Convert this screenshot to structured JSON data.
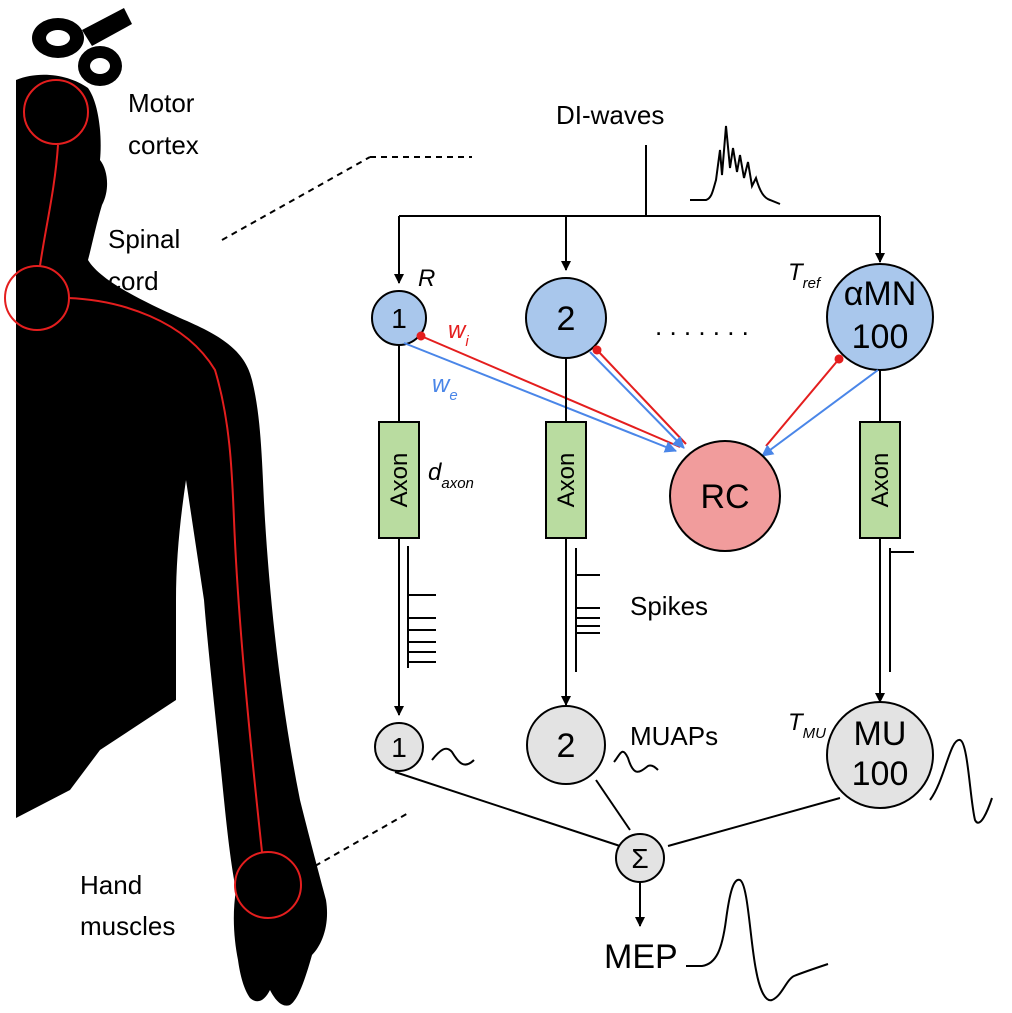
{
  "labels": {
    "motor_cortex_1": "Motor",
    "motor_cortex_2": "cortex",
    "spinal_cord_1": "Spinal",
    "spinal_cord_2": "cord",
    "hand_muscles_1": "Hand",
    "hand_muscles_2": "muscles",
    "di_waves": "DI-waves",
    "spikes": "Spikes",
    "muaps": "MUAPs",
    "mep": "MEP",
    "dots": ". . . . . . ."
  },
  "motoneurons": {
    "mn1": "1",
    "mn2": "2",
    "mn100_line1": "αMN",
    "mn100_line2": "100",
    "color": "#a9c7ec"
  },
  "motor_units": {
    "mu1": "1",
    "mu2": "2",
    "mu100_line1": "MU",
    "mu100_line2": "100",
    "color": "#e3e3e3"
  },
  "rc": {
    "label": "RC",
    "color": "#f19c9c"
  },
  "sum": {
    "label": "Σ"
  },
  "axon": {
    "label": "Axon",
    "color": "#b9dca0"
  },
  "params": {
    "R": "R",
    "T": "T",
    "ref": "ref",
    "w": "w",
    "i": "i",
    "e": "e",
    "d": "d",
    "axon_sub": "axon",
    "MU_sub": "MU"
  },
  "colors": {
    "inhibitory": "#e41e1e",
    "excitatory": "#4a86e8",
    "body": "#000000"
  }
}
